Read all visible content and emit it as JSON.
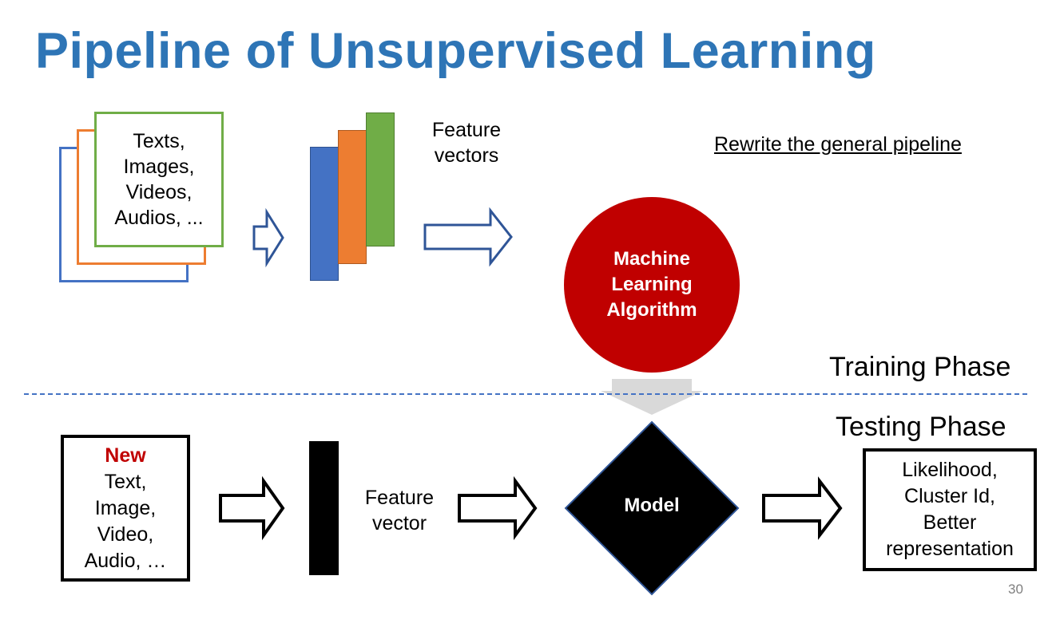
{
  "title": "Pipeline of Unsupervised Learning",
  "training": {
    "input_lines": [
      "Texts,",
      "Images,",
      "Videos,",
      "Audios, ..."
    ],
    "feature_label_lines": [
      "Feature",
      "vectors"
    ],
    "link_text": "Rewrite the general pipeline",
    "algorithm_lines": [
      "Machine",
      "Learning",
      "Algorithm"
    ],
    "phase_label": "Training Phase"
  },
  "testing": {
    "phase_label": "Testing Phase",
    "input_new": "New",
    "input_lines": [
      "Text,",
      "Image,",
      "Video,",
      "Audio, …"
    ],
    "feature_label_lines": [
      "Feature",
      "vector"
    ],
    "model_label": "Model",
    "output_lines": [
      "Likelihood,",
      "Cluster Id,",
      "Better",
      "representation"
    ]
  },
  "page_number": "30",
  "colors": {
    "title": "#2e75b6",
    "blue": "#4472c4",
    "orange": "#ed7d31",
    "green": "#70ad47",
    "red": "#c00000",
    "arrow_outline": "#2f5597",
    "merge_arrow": "#d9d9d9"
  }
}
